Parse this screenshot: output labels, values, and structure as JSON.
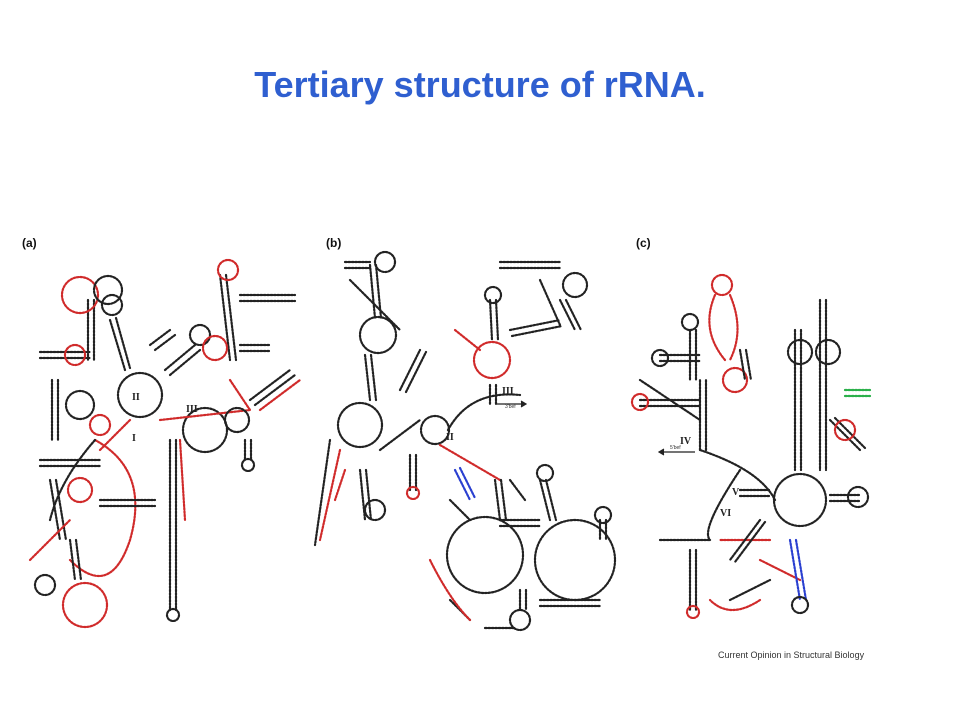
{
  "slide": {
    "title": "Tertiary structure of rRNA.",
    "title_color": "#2f5fd0",
    "credit": "Current Opinion in Structural Biology"
  },
  "panels": [
    {
      "label": "(a)",
      "domains": [
        "I",
        "II",
        "III"
      ]
    },
    {
      "label": "(b)",
      "domains": [
        "II",
        "III"
      ]
    },
    {
      "label": "(c)",
      "domains": [
        "IV",
        "V",
        "VI"
      ]
    }
  ],
  "colors": {
    "backbone_black": "#222222",
    "backbone_red": "#d02a2a",
    "base_blue": "#2a3fd0",
    "base_green": "#2ab04a"
  }
}
